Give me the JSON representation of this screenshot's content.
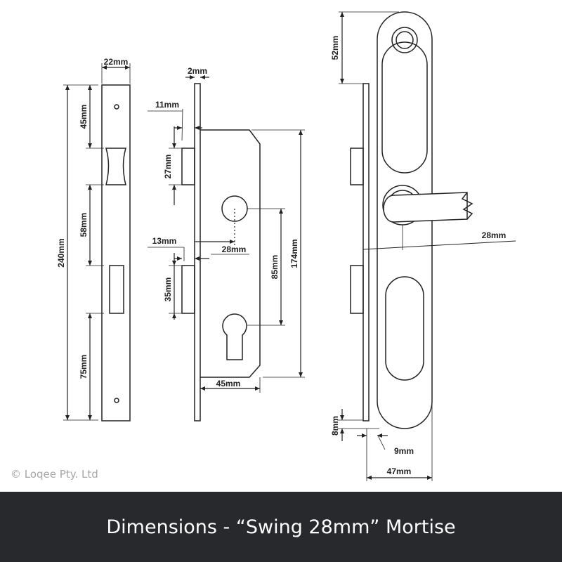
{
  "colors": {
    "line": "#222222",
    "caption_bar": "#27292d",
    "caption_text": "#ffffff",
    "copyright_text": "#a6a6a6"
  },
  "copyright": "© Loqee Pty. Ltd",
  "caption": "Dimensions - “Swing 28mm” Mortise",
  "strike_plate": {
    "width_label": "22mm",
    "height_label": "240mm",
    "segment_labels": [
      "45mm",
      "58mm",
      "75mm"
    ]
  },
  "mortise_body": {
    "faceplate_label": "2mm",
    "latch_offset_label": "11mm",
    "latch_height_label": "27mm",
    "deadbolt_offset_label": "13mm",
    "deadbolt_height_label": "35mm",
    "backset_label": "28mm",
    "centers_label": "85mm",
    "body_height_label": "174mm",
    "body_depth_label": "45mm"
  },
  "handle": {
    "top_label": "52mm",
    "handle_offset_label": "28mm",
    "bottom_label": "8mm",
    "thickness_label": "9mm",
    "width_label": "47mm"
  }
}
